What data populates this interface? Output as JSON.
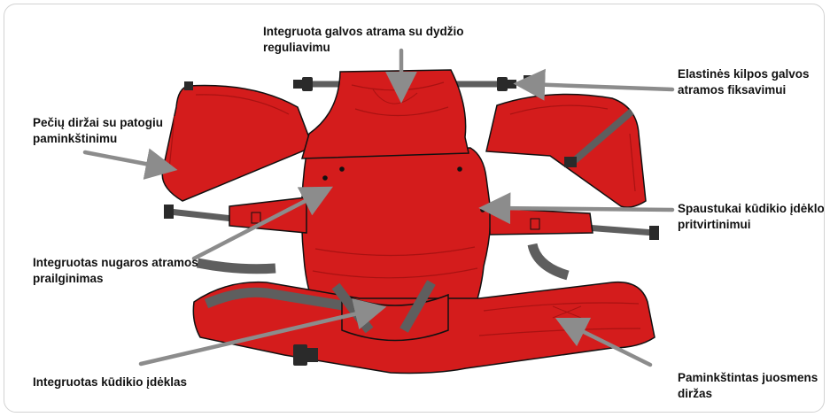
{
  "colors": {
    "fabric": "#d41c1c",
    "fabric_dark": "#a91212",
    "strap": "#5e5e5e",
    "arrow": "#8c8c8c"
  },
  "labels": {
    "headrest": "Integruota galvos atrama su dydžio reguliavimu",
    "shoulder_straps": "Pečių diržai su patogiu paminkštinimu",
    "elastic_loops": "Elastinės kilpos galvos atramos fiksavimui",
    "snaps": "Spaustukai kūdikio įdėklo pritvirtinimui",
    "back_extension": "Integruotas nugaros atramos prailginimas",
    "infant_insert": "Integruotas kūdikio įdėklas",
    "waist_belt": "Paminkštintas juosmens diržas"
  }
}
